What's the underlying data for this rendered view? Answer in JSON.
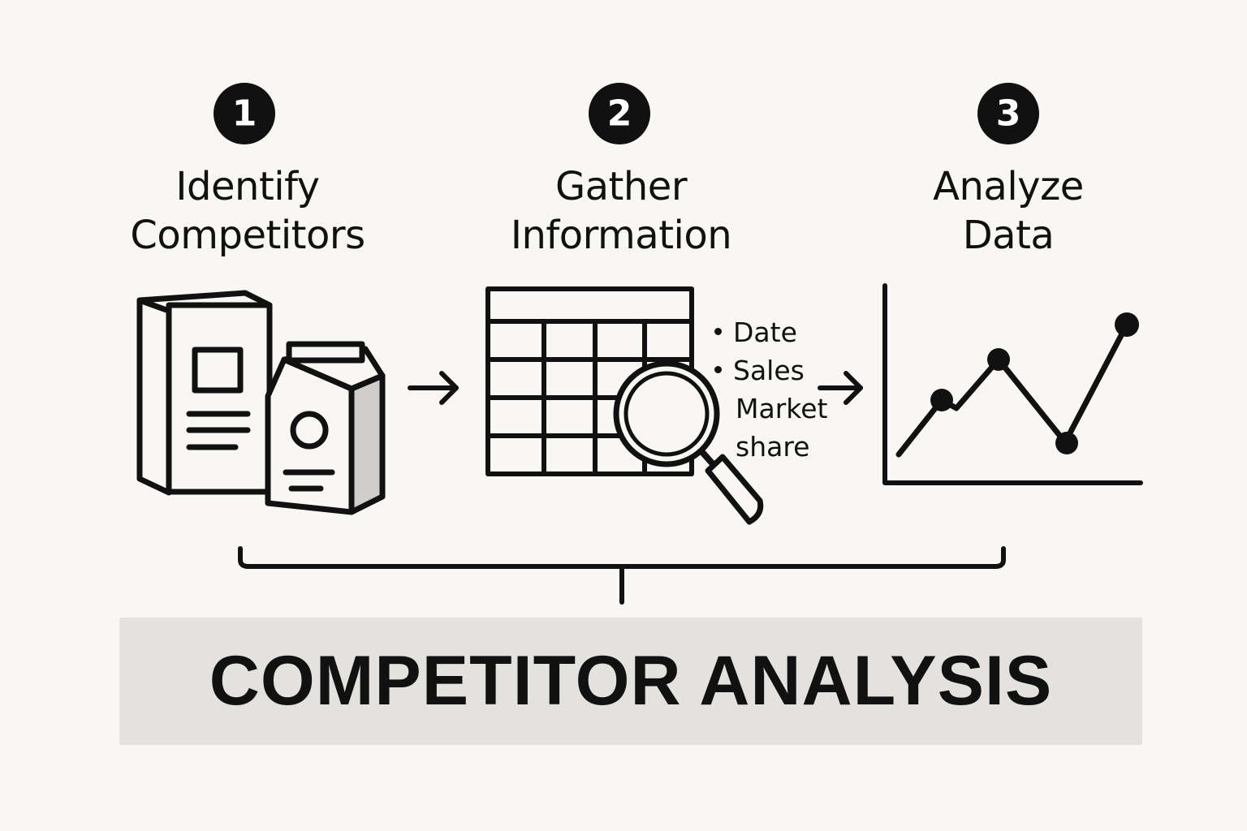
{
  "steps": [
    {
      "number": "1",
      "line1": "Identify",
      "line2": "Competitors",
      "icon": "product-boxes-icon"
    },
    {
      "number": "2",
      "line1": "Gather",
      "line2": "Information",
      "icon": "table-magnifier-icon"
    },
    {
      "number": "3",
      "line1": "Analyze",
      "line2": "Data",
      "icon": "line-chart-icon"
    }
  ],
  "info_items": [
    "Date",
    "Sales",
    "Market share"
  ],
  "banner": {
    "text": "COMPETITOR ANALYSIS"
  },
  "colors": {
    "ink": "#111111",
    "background": "#f8f7f3",
    "banner": "#e3e2de"
  }
}
